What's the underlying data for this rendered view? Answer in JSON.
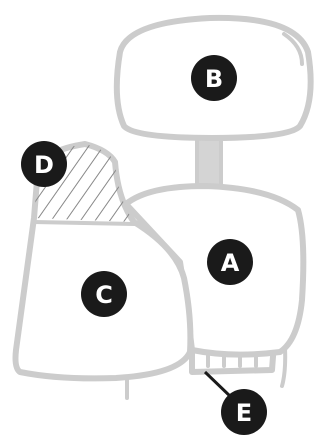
{
  "labels": {
    "a": "A",
    "b": "B",
    "c": "C",
    "d": "D",
    "e": "E"
  },
  "colors": {
    "outline": "#cccccc",
    "marker": "#1a1a1a",
    "marker_text": "#ffffff",
    "background": "#ffffff"
  }
}
